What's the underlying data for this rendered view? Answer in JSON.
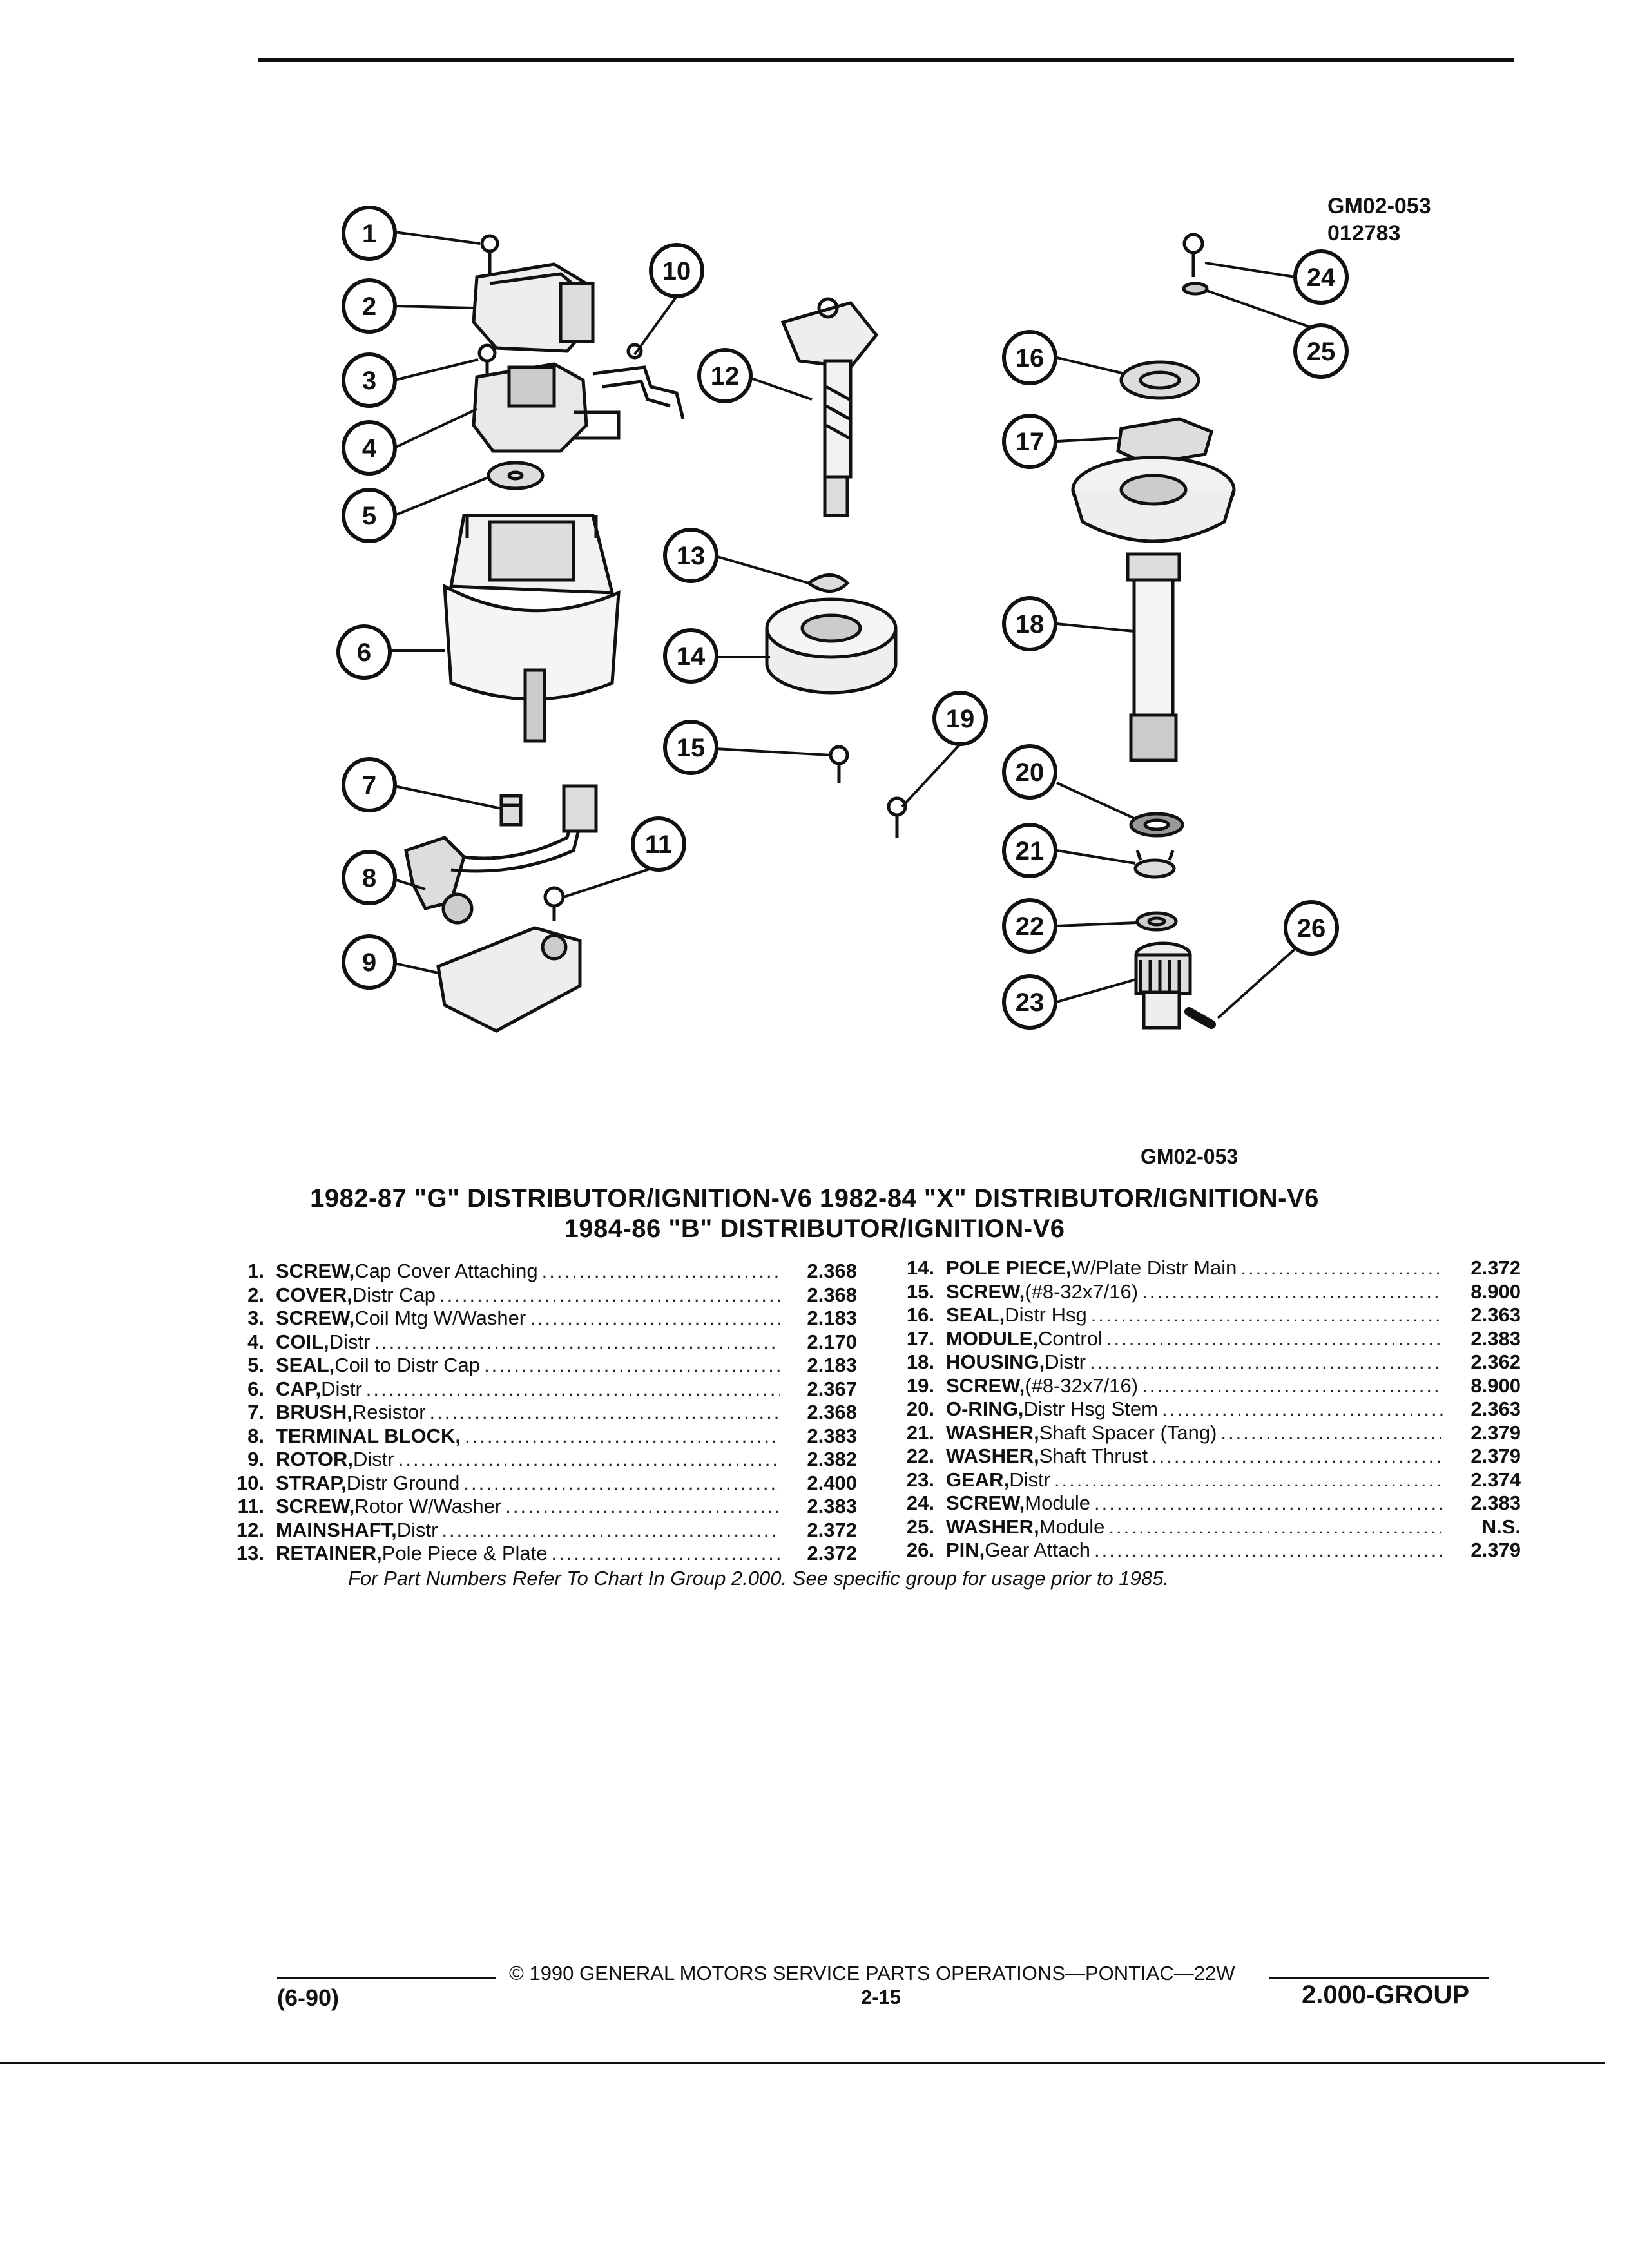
{
  "header": {
    "figure_code_top": "GM02-053",
    "figure_date": "012783",
    "figure_code_bottom": "GM02-053"
  },
  "callouts": [
    "1",
    "2",
    "3",
    "4",
    "5",
    "6",
    "7",
    "8",
    "9",
    "10",
    "11",
    "12",
    "13",
    "14",
    "15",
    "16",
    "17",
    "18",
    "19",
    "20",
    "21",
    "22",
    "23",
    "24",
    "25",
    "26"
  ],
  "title": {
    "line1": "1982-87 \"G\" DISTRIBUTOR/IGNITION-V6 1982-84 \"X\" DISTRIBUTOR/IGNITION-V6",
    "line2": "1984-86 \"B\" DISTRIBUTOR/IGNITION-V6"
  },
  "parts_left": [
    {
      "num": "1.",
      "name": "SCREW,",
      "desc": " Cap Cover Attaching",
      "ref": "2.368"
    },
    {
      "num": "2.",
      "name": "COVER,",
      "desc": " Distr Cap",
      "ref": "2.368"
    },
    {
      "num": "3.",
      "name": "SCREW,",
      "desc": " Coil Mtg W/Washer",
      "ref": "2.183"
    },
    {
      "num": "4.",
      "name": "COIL,",
      "desc": " Distr",
      "ref": "2.170"
    },
    {
      "num": "5.",
      "name": "SEAL,",
      "desc": " Coil to Distr Cap",
      "ref": "2.183"
    },
    {
      "num": "6.",
      "name": "CAP,",
      "desc": " Distr",
      "ref": "2.367"
    },
    {
      "num": "7.",
      "name": "BRUSH,",
      "desc": " Resistor",
      "ref": "2.368"
    },
    {
      "num": "8.",
      "name": "TERMINAL BLOCK,",
      "desc": "",
      "ref": "2.383"
    },
    {
      "num": "9.",
      "name": "ROTOR,",
      "desc": " Distr",
      "ref": "2.382"
    },
    {
      "num": "10.",
      "name": "STRAP,",
      "desc": " Distr Ground",
      "ref": "2.400"
    },
    {
      "num": "11.",
      "name": "SCREW,",
      "desc": " Rotor W/Washer",
      "ref": "2.383"
    },
    {
      "num": "12.",
      "name": "MAINSHAFT,",
      "desc": " Distr",
      "ref": "2.372"
    },
    {
      "num": "13.",
      "name": "RETAINER,",
      "desc": " Pole Piece & Plate",
      "ref": "2.372"
    }
  ],
  "parts_right": [
    {
      "num": "14.",
      "name": "POLE PIECE,",
      "desc": " W/Plate Distr Main",
      "ref": "2.372"
    },
    {
      "num": "15.",
      "name": "SCREW,",
      "desc": " (#8-32x7/16)",
      "ref": "8.900"
    },
    {
      "num": "16.",
      "name": "SEAL,",
      "desc": " Distr Hsg",
      "ref": "2.363"
    },
    {
      "num": "17.",
      "name": "MODULE,",
      "desc": " Control",
      "ref": "2.383"
    },
    {
      "num": "18.",
      "name": "HOUSING,",
      "desc": " Distr",
      "ref": "2.362"
    },
    {
      "num": "19.",
      "name": "SCREW,",
      "desc": " (#8-32x7/16)",
      "ref": "8.900"
    },
    {
      "num": "20.",
      "name": "O-RING,",
      "desc": " Distr Hsg Stem",
      "ref": "2.363"
    },
    {
      "num": "21.",
      "name": "WASHER,",
      "desc": " Shaft Spacer (Tang)",
      "ref": "2.379"
    },
    {
      "num": "22.",
      "name": "WASHER,",
      "desc": " Shaft Thrust",
      "ref": "2.379"
    },
    {
      "num": "23.",
      "name": "GEAR,",
      "desc": " Distr",
      "ref": "2.374"
    },
    {
      "num": "24.",
      "name": "SCREW,",
      "desc": " Module",
      "ref": "2.383"
    },
    {
      "num": "25.",
      "name": "WASHER,",
      "desc": " Module",
      "ref": "N.S."
    },
    {
      "num": "26.",
      "name": "PIN,",
      "desc": " Gear Attach",
      "ref": "2.379"
    }
  ],
  "note": "For Part Numbers Refer To Chart In Group 2.000. See specific group for usage prior to 1985.",
  "footer": {
    "copyright": "© 1990 GENERAL MOTORS SERVICE PARTS OPERATIONS—PONTIAC—22W",
    "date": "(6-90)",
    "page": "2-15",
    "group": "2.000-GROUP"
  }
}
